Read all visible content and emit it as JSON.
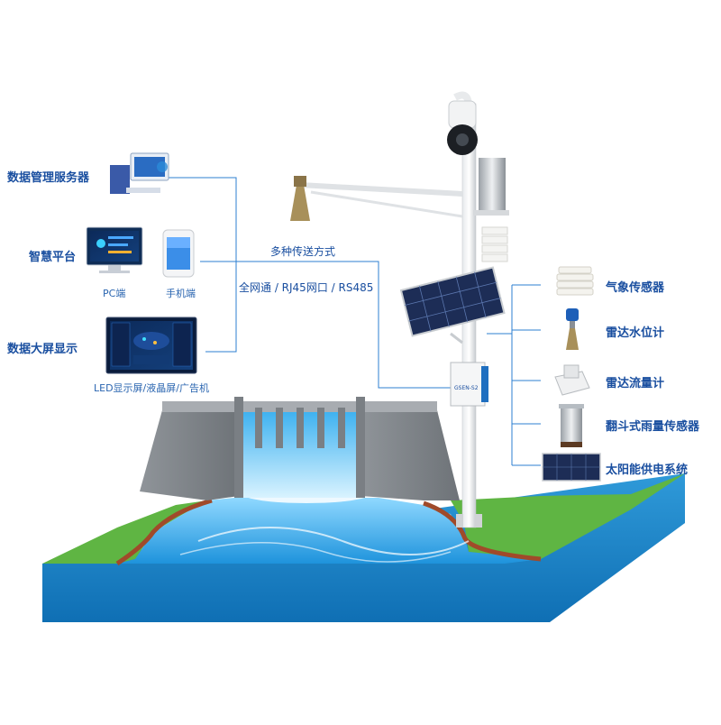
{
  "left": {
    "server_label": "数据管理服务器",
    "platform_label": "智慧平台",
    "pc_label": "PC端",
    "mobile_label": "手机端",
    "bigscreen_label": "数据大屏显示",
    "led_label": "LED显示屏/液晶屏/广告机"
  },
  "transmission": {
    "title": "多种传送方式",
    "methods": "全网通 / RJ45网口 / RS485"
  },
  "right_items": [
    {
      "label": "气象传感器",
      "icon": "weather-sensor-icon"
    },
    {
      "label": "雷达水位计",
      "icon": "radar-level-icon"
    },
    {
      "label": "雷达流量计",
      "icon": "radar-flow-icon"
    },
    {
      "label": "翻斗式雨量传感器",
      "icon": "rain-gauge-icon"
    },
    {
      "label": "太阳能供电系统",
      "icon": "solar-panel-icon"
    }
  ],
  "device": {
    "box_label": "GSEN-S2"
  },
  "colors": {
    "line": "#2d7fd0",
    "text": "#1a4fa0",
    "grass": "#5fb543",
    "water": "#2aa3e6",
    "soil": "#1f87c7"
  }
}
